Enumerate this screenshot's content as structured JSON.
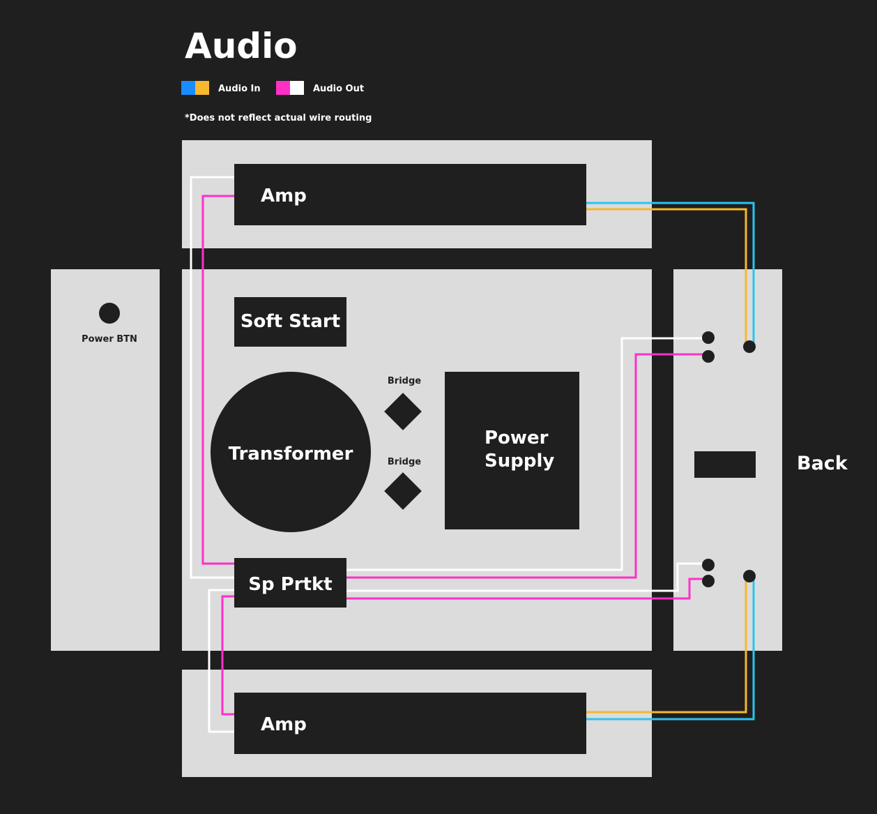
{
  "title": "Audio",
  "legend": {
    "audio_in": {
      "label": "Audio In",
      "colors": [
        "#1a8cff",
        "#f5b82e"
      ]
    },
    "audio_out": {
      "label": "Audio Out",
      "colors": [
        "#ff2fc8",
        "#ffffff"
      ]
    }
  },
  "note": "*Does not reflect actual wire routing",
  "components": {
    "amp_top": "Amp",
    "amp_bottom": "Amp",
    "soft_start": "Soft Start",
    "transformer": "Transformer",
    "bridge_top": "Bridge",
    "bridge_bottom": "Bridge",
    "power_supply_line1": "Power",
    "power_supply_line2": "Supply",
    "speaker_protect": "Sp Prtkt",
    "power_button": "Power BTN",
    "back": "Back"
  },
  "colors": {
    "background": "#1f1f1f",
    "panel": "#dcdcdc",
    "block": "#1f1f1f",
    "wire_cyan": "#27c6f0",
    "wire_orange": "#f5b82e",
    "wire_magenta": "#ff2fc8",
    "wire_white": "#ffffff"
  }
}
